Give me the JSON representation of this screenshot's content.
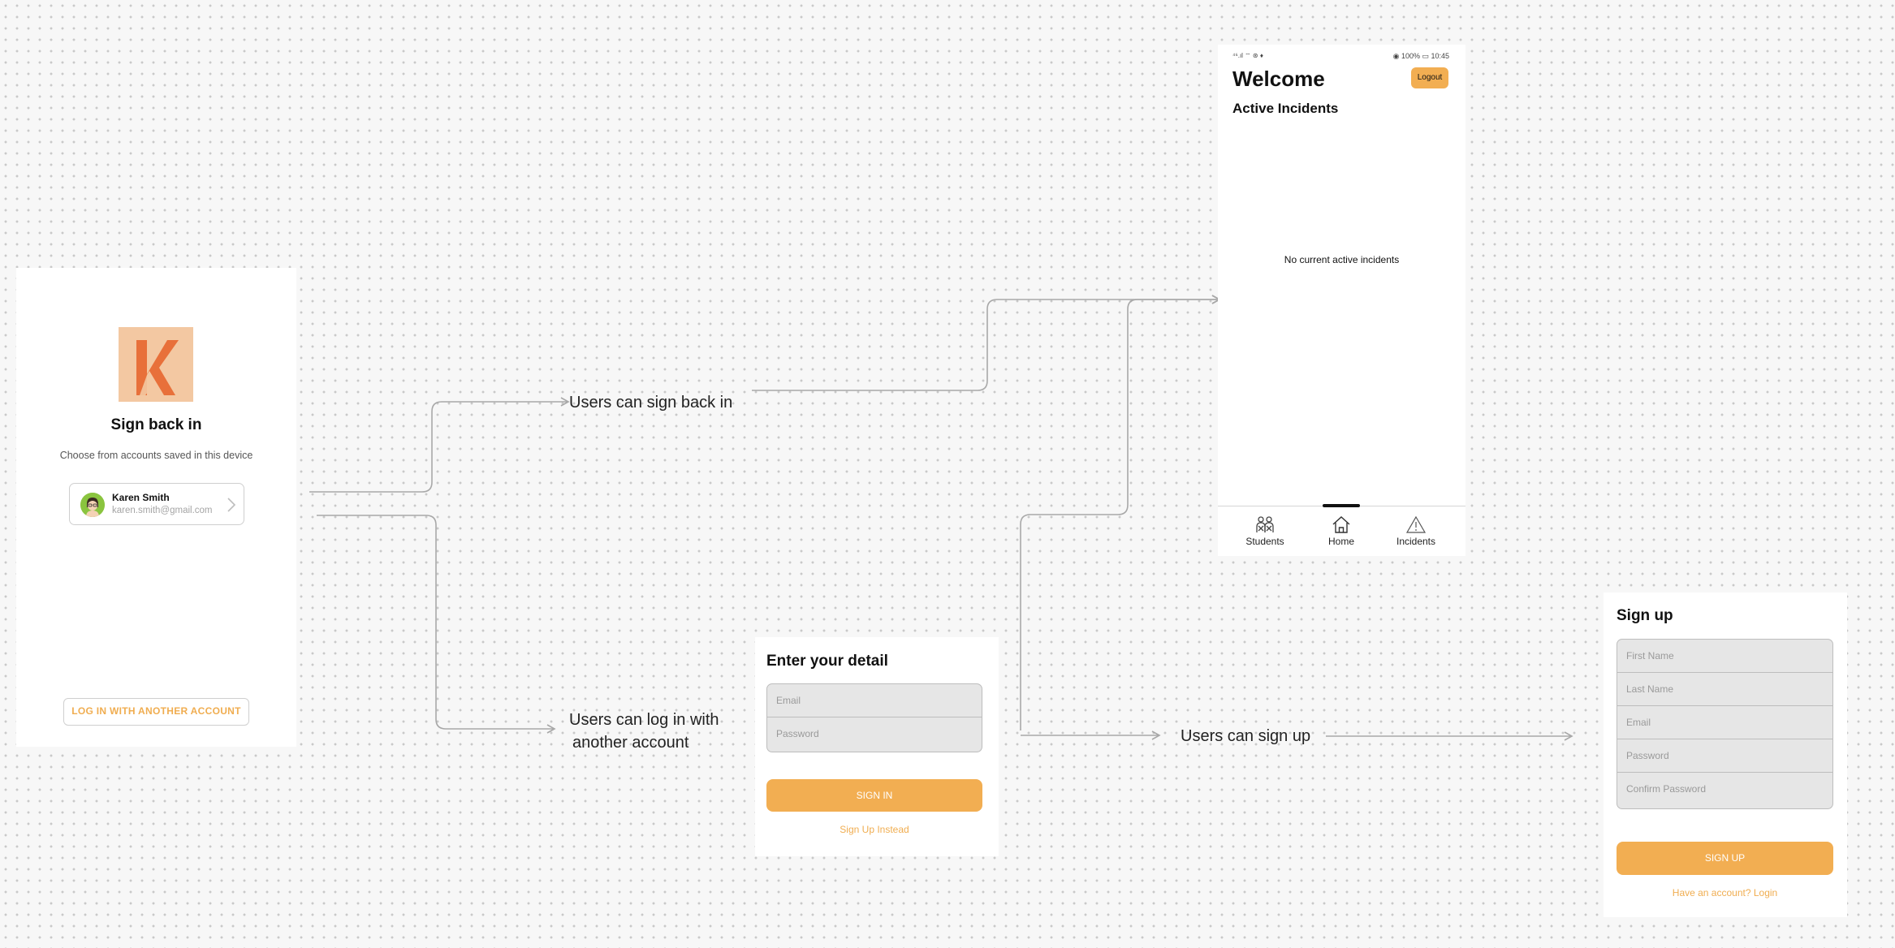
{
  "sign_back_in": {
    "logo_letter": "K",
    "title": "Sign back in",
    "subtitle": "Choose from accounts saved in this device",
    "account": {
      "name": "Karen Smith",
      "email": "karen.smith@gmail.com"
    },
    "another_account_label": "LOG IN WITH ANOTHER ACCOUNT"
  },
  "flow_labels": {
    "sign_back": "Users can sign back in",
    "log_in_another_line1": "Users can log in with",
    "log_in_another_line2": "another account",
    "sign_up": "Users can sign up"
  },
  "login_form": {
    "title": "Enter your detail",
    "email_placeholder": "Email",
    "password_placeholder": "Password",
    "sign_in_label": "SIGN IN",
    "sign_up_link": "Sign Up Instead"
  },
  "home": {
    "status_left": "⁴⁶.ıl ⌔ ⊛ ♦",
    "status_right": "◉ 100% ▭ 10:45",
    "title": "Welcome",
    "logout_label": "Logout",
    "section_title": "Active Incidents",
    "empty_message": "No current active incidents",
    "nav": [
      {
        "label": "Students",
        "icon": "students-icon"
      },
      {
        "label": "Home",
        "icon": "home-icon"
      },
      {
        "label": "Incidents",
        "icon": "warning-icon"
      }
    ]
  },
  "signup_form": {
    "title": "Sign up",
    "first_name_placeholder": "First Name",
    "last_name_placeholder": "Last Name",
    "email_placeholder": "Email",
    "password_placeholder": "Password",
    "confirm_password_placeholder": "Confirm Password",
    "sign_up_label": "SIGN UP",
    "login_link": "Have an account? Login"
  },
  "colors": {
    "accent": "#f2ae52",
    "logo_bg": "#f3c8a2",
    "logo_fg": "#e8703a",
    "connector": "#a8a8a8",
    "canvas": "#f7f7f7"
  }
}
